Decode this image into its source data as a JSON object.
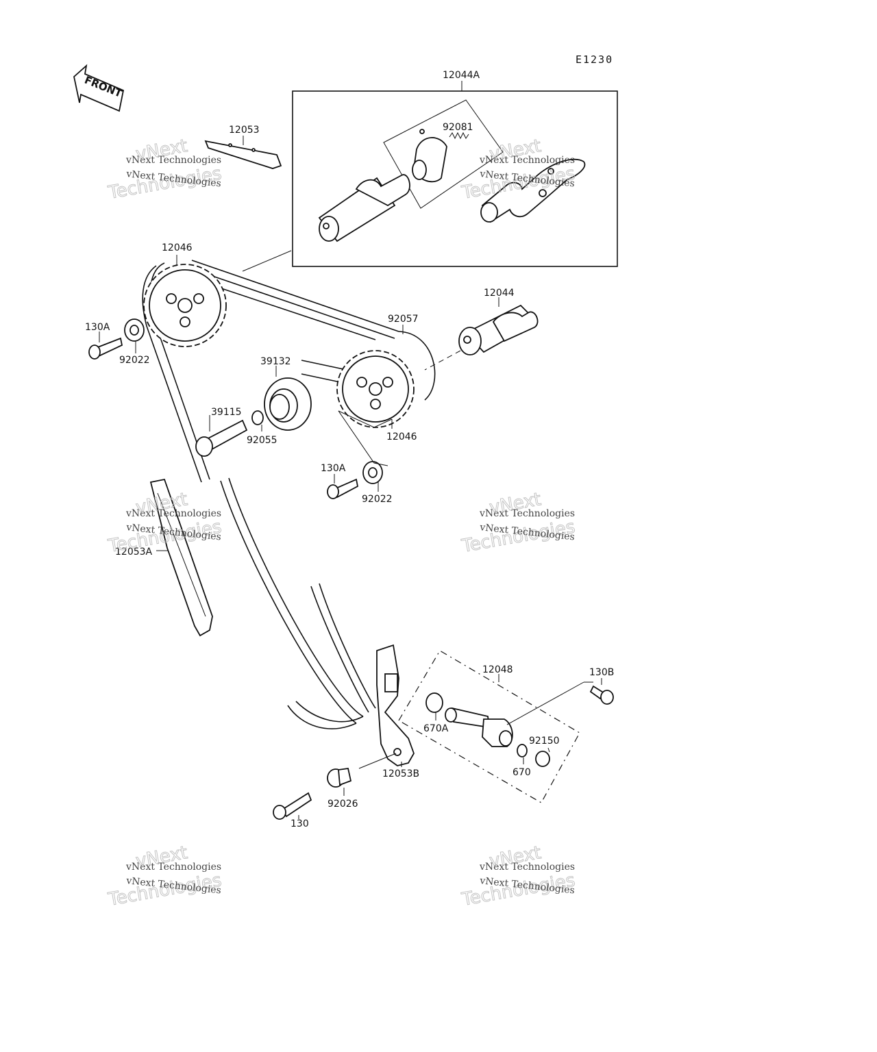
{
  "figure": {
    "code": "E1230",
    "front_label": "FRONT"
  },
  "part_labels": [
    {
      "id": "12044A",
      "text": "12044A"
    },
    {
      "id": "12053",
      "text": "12053"
    },
    {
      "id": "92081",
      "text": "92081"
    },
    {
      "id": "12046-top",
      "text": "12046"
    },
    {
      "id": "12044",
      "text": "12044"
    },
    {
      "id": "92057",
      "text": "92057"
    },
    {
      "id": "130A-top",
      "text": "130A"
    },
    {
      "id": "92022-top",
      "text": "92022"
    },
    {
      "id": "39132",
      "text": "39132"
    },
    {
      "id": "39115",
      "text": "39115"
    },
    {
      "id": "92055",
      "text": "92055"
    },
    {
      "id": "12046-bottom",
      "text": "12046"
    },
    {
      "id": "130A-bottom",
      "text": "130A"
    },
    {
      "id": "92022-bottom",
      "text": "92022"
    },
    {
      "id": "12053A",
      "text": "12053A"
    },
    {
      "id": "12048",
      "text": "12048"
    },
    {
      "id": "130B",
      "text": "130B"
    },
    {
      "id": "670A",
      "text": "670A"
    },
    {
      "id": "92150",
      "text": "92150"
    },
    {
      "id": "670",
      "text": "670"
    },
    {
      "id": "12053B",
      "text": "12053B"
    },
    {
      "id": "92026",
      "text": "92026"
    },
    {
      "id": "130",
      "text": "130"
    }
  ],
  "watermark": {
    "line1": "vNext Technologies",
    "line2": "vNext",
    "line3": "Technologies"
  }
}
